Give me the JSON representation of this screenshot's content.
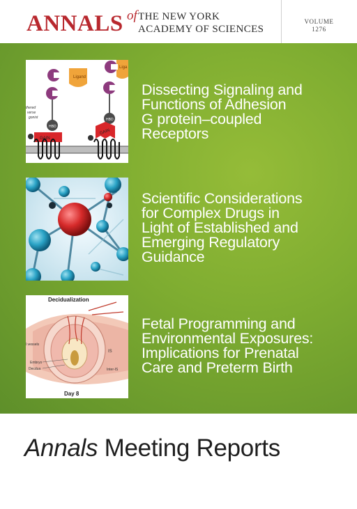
{
  "header": {
    "brand": "ANNALS",
    "brand_of": "of",
    "line1": "THE NEW YORK",
    "line2": "ACADEMY OF SCIENCES",
    "volume_label": "VOLUME",
    "volume_number": "1276"
  },
  "stories": [
    {
      "title_lines": [
        "Dissecting Signaling and",
        "Functions of Adhesion",
        "G protein–coupled",
        "Receptors"
      ],
      "figure_labels": [
        "Ligand",
        "Liga",
        "thered",
        "verse",
        "gonist",
        "HBD",
        "HBD",
        "GAIN",
        "GAIN"
      ]
    },
    {
      "title_lines": [
        "Scientific Considerations",
        "for Complex Drugs in",
        "Light of Established and",
        "Emerging Regulatory",
        "Guidance"
      ]
    },
    {
      "title_lines": [
        "Fetal Programming and",
        "Environmental Exposures:",
        "Implications for Prenatal",
        "Care and Preterm Birth"
      ],
      "figure_labels": [
        "Decidualization",
        "l vessels",
        "Embryo",
        "Decdua",
        "IS",
        "Inter-IS",
        "Day 8"
      ]
    }
  ],
  "series": {
    "italic_word": "Annals",
    "rest": " Meeting Reports"
  },
  "colors": {
    "brand_red": "#b8282e",
    "green_band": "#7fad31",
    "footer_bg": "#ffffff"
  }
}
